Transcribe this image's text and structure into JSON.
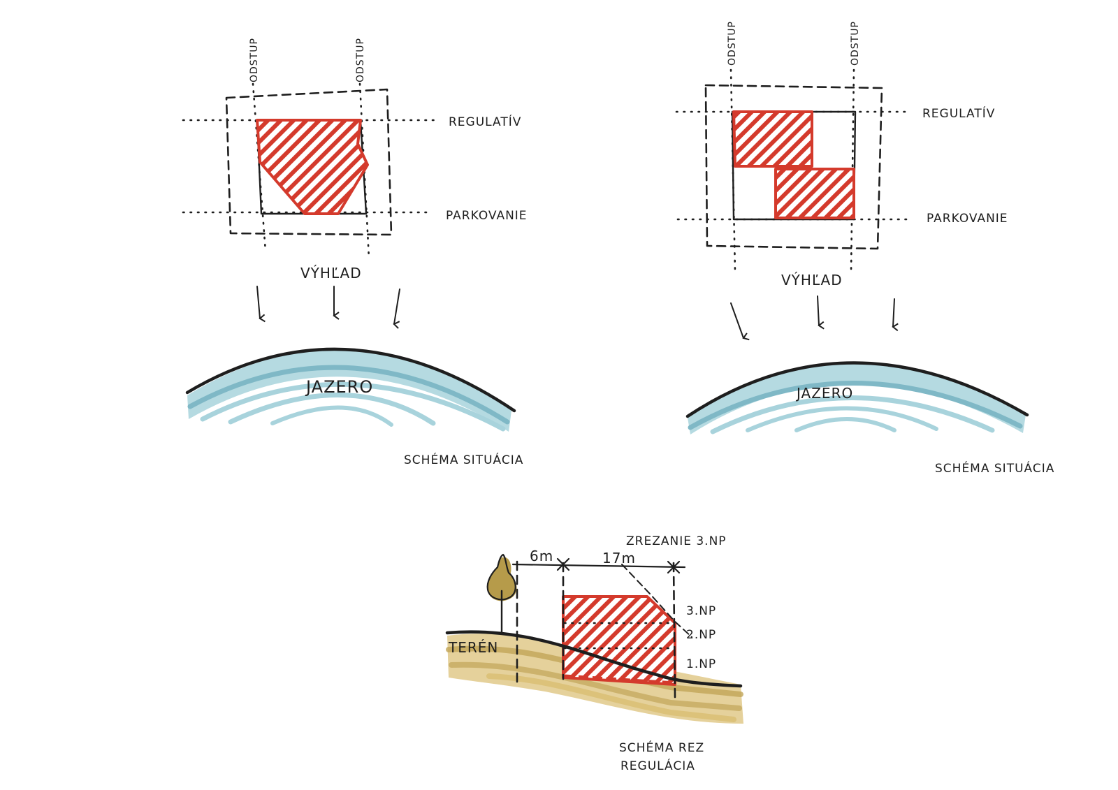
{
  "colors": {
    "building": "#d43a2c",
    "lake": "#a8d3dc",
    "lake_dark": "#7fb8c6",
    "terrain": "#dcc27a",
    "terrain_dark": "#c2a558",
    "tree": "#a98a2a",
    "ink": "#1e1e1e"
  },
  "left_scheme": {
    "offset_left": "ODSTUP",
    "offset_right": "ODSTUP",
    "line_top": "REGULATÍV",
    "line_bottom": "PARKOVANIE",
    "view": "VÝHĽAD",
    "lake": "JAZERO",
    "caption": "SCHÉMA SITUÁCIA"
  },
  "right_scheme": {
    "offset_left": "ODSTUP",
    "offset_right": "ODSTUP",
    "line_top": "REGULATÍV",
    "line_bottom": "PARKOVANIE",
    "view": "VÝHĽAD",
    "lake": "JAZERO",
    "caption": "SCHÉMA SITUÁCIA"
  },
  "section": {
    "cut_note": "ZREZANIE 3.NP",
    "dim_setback": "6m",
    "dim_building": "17m",
    "floor_3": "3.NP",
    "floor_2": "2.NP",
    "floor_1": "1.NP",
    "terrain": "TERÉN",
    "caption_line1": "SCHÉMA REZ",
    "caption_line2": "REGULÁCIA"
  }
}
